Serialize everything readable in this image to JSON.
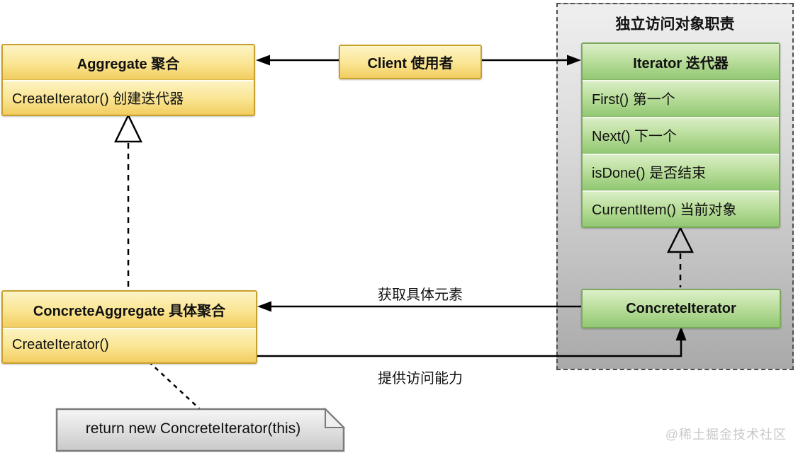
{
  "panel": {
    "title": "独立访问对象职责"
  },
  "classes": {
    "aggregate": {
      "title": "Aggregate 聚合",
      "methods": [
        "CreateIterator() 创建迭代器"
      ]
    },
    "client": {
      "title": "Client 使用者"
    },
    "iterator": {
      "title": "Iterator 迭代器",
      "methods": [
        "First() 第一个",
        "Next() 下一个",
        "isDone() 是否结束",
        "CurrentItem() 当前对象"
      ]
    },
    "concrete_aggregate": {
      "title": "ConcreteAggregate 具体聚合",
      "methods": [
        "CreateIterator()"
      ]
    },
    "concrete_iterator": {
      "title": "ConcreteIterator"
    }
  },
  "edges": {
    "get_element_label": "获取具体元素",
    "provide_access_label": "提供访问能力"
  },
  "note": {
    "text": "return new ConcreteIterator(this)"
  },
  "watermark": "@稀土掘金技术社区",
  "colors": {
    "yellow_fill_top": "#fdf4c6",
    "yellow_fill_bottom": "#f2cd60",
    "yellow_border": "#c8a02e",
    "green_fill_top": "#dcefc9",
    "green_fill_bottom": "#92c873",
    "green_border": "#7caa5c",
    "panel_fill_top": "#efefef",
    "panel_fill_bottom": "#a9a9a9",
    "panel_border": "#4f4f4f",
    "note_fill_top": "#f6f6f6",
    "note_fill_bottom": "#c9c9c9",
    "note_border": "#7a7a7a",
    "line": "#000000",
    "watermark": "#c9c9c9"
  }
}
